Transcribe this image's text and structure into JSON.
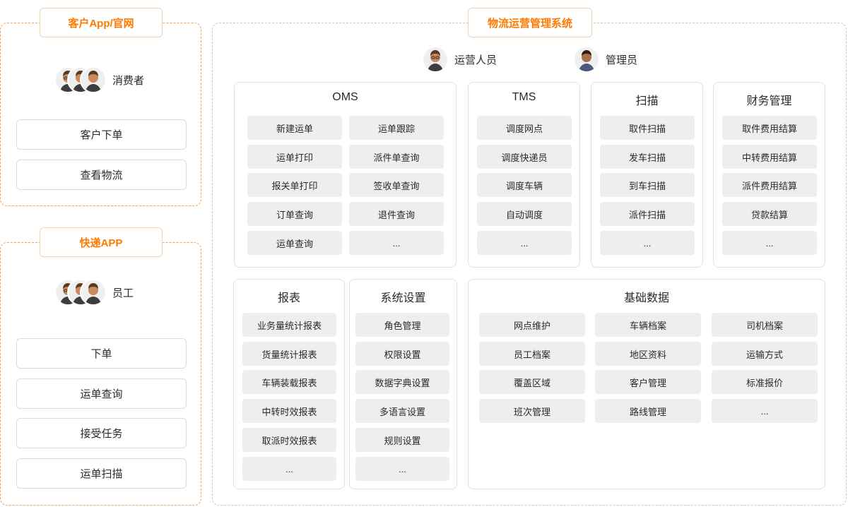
{
  "customer_panel": {
    "tag": "客户App/官网",
    "role": "消费者",
    "buttons": [
      "客户下单",
      "查看物流"
    ]
  },
  "courier_panel": {
    "tag": "快递APP",
    "role": "员工",
    "buttons": [
      "下单",
      "运单查询",
      "接受任务",
      "运单扫描"
    ]
  },
  "system": {
    "tag": "物流运营管理系统",
    "roles": [
      "运营人员",
      "管理员"
    ],
    "modules": {
      "oms": {
        "title": "OMS",
        "items": [
          "新建运单",
          "运单跟踪",
          "运单打印",
          "派件单查询",
          "报关单打印",
          "签收单查询",
          "订单查询",
          "退件查询",
          "运单查询",
          "..."
        ]
      },
      "tms": {
        "title": "TMS",
        "items": [
          "调度网点",
          "调度快递员",
          "调度车辆",
          "自动调度",
          "..."
        ]
      },
      "scan": {
        "title": "扫描",
        "items": [
          "取件扫描",
          "发车扫描",
          "到车扫描",
          "派件扫描",
          "..."
        ]
      },
      "finance": {
        "title": "财务管理",
        "items": [
          "取件费用结算",
          "中转费用结算",
          "派件费用结算",
          "贷款结算",
          "..."
        ]
      },
      "reports": {
        "title": "报表",
        "items": [
          "业务量统计报表",
          "货量统计报表",
          "车辆装载报表",
          "中转时效报表",
          "取派时效报表",
          "..."
        ]
      },
      "settings": {
        "title": "系统设置",
        "items": [
          "角色管理",
          "权限设置",
          "数据字典设置",
          "多语言设置",
          "规则设置",
          "..."
        ]
      },
      "basic": {
        "title": "基础数据",
        "items": [
          "网点维护",
          "车辆档案",
          "司机档案",
          "员工档案",
          "地区资料",
          "运输方式",
          "覆盖区域",
          "客户管理",
          "标准报价",
          "班次管理",
          "路线管理",
          "..."
        ]
      }
    }
  }
}
